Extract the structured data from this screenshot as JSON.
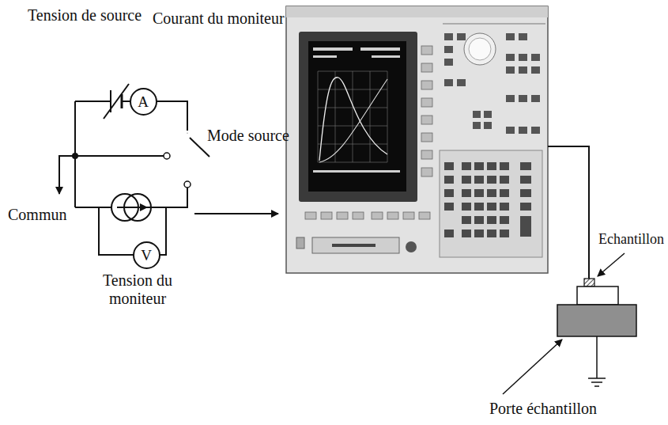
{
  "diagram": {
    "nodes": [
      {
        "text": [
          "A"
        ]
      },
      {
        "text": [
          "V"
        ]
      }
    ],
    "labels": [
      "Tension de source",
      "Courant du moniteur",
      "Mode source",
      "Commun",
      "Tension du moniteur",
      "Echantillon",
      "Porte échantillon"
    ]
  }
}
